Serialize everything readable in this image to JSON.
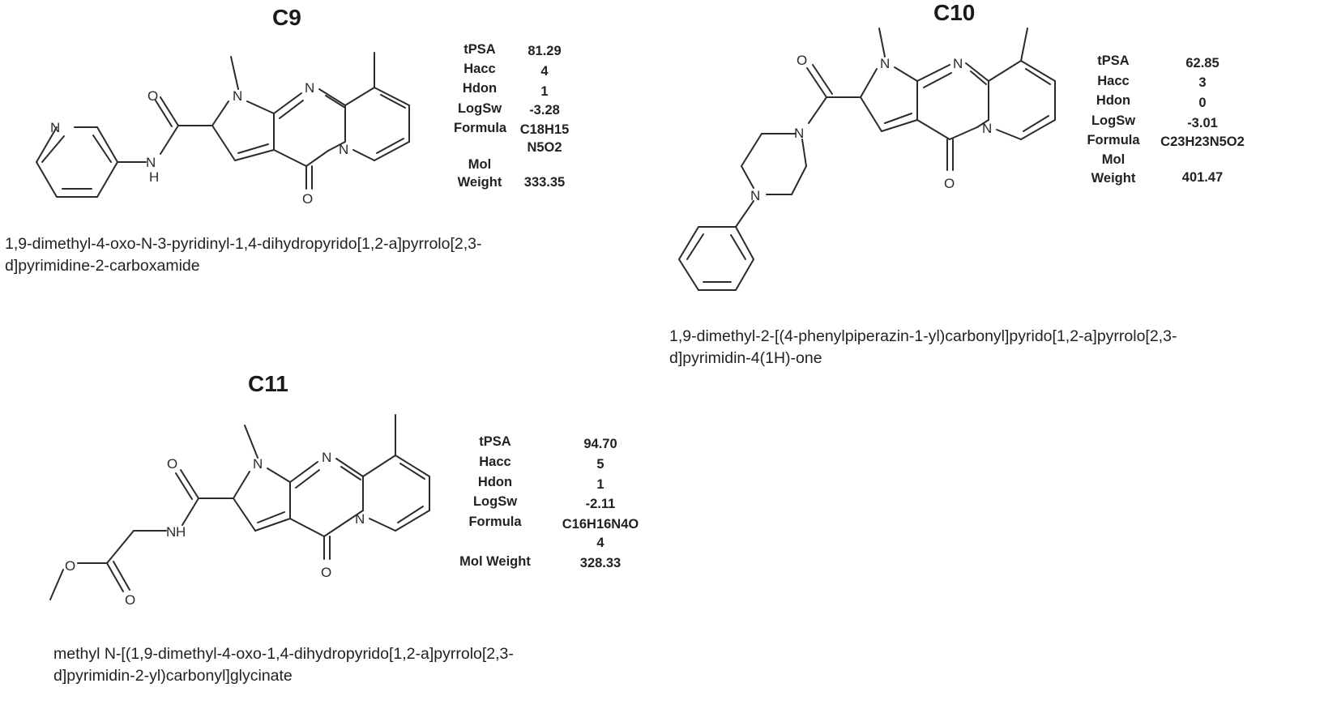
{
  "compounds": {
    "c9": {
      "title": "C9",
      "props": {
        "tpsa_label": "tPSA",
        "tpsa": "81.29",
        "hacc_label": "Hacc",
        "hacc": "4",
        "hdon_label": "Hdon",
        "hdon": "1",
        "logsw_label": "LogSw",
        "logsw": "-3.28",
        "formula_label": "Formula",
        "formula_l1": "C18H15",
        "formula_l2": "N5O2",
        "molw_label_l1": "Mol",
        "molw_label_l2": "Weight",
        "molw": "333.35"
      },
      "name_l1": "1,9-dimethyl-4-oxo-N-3-pyridinyl-1,4-dihydropyrido[1,2-a]pyrrolo[2,3-",
      "name_l2": "d]pyrimidine-2-carboxamide"
    },
    "c10": {
      "title": "C10",
      "props": {
        "tpsa_label": "tPSA",
        "tpsa": "62.85",
        "hacc_label": "Hacc",
        "hacc": "3",
        "hdon_label": "Hdon",
        "hdon": "0",
        "logsw_label": "LogSw",
        "logsw": "-3.01",
        "formula_label": "Formula",
        "formula": "C23H23N5O2",
        "molw_label_l1": "Mol",
        "molw_label_l2": "Weight",
        "molw": "401.47"
      },
      "name_l1": "1,9-dimethyl-2-[(4-phenylpiperazin-1-yl)carbonyl]pyrido[1,2-a]pyrrolo[2,3-",
      "name_l2": "d]pyrimidin-4(1H)-one"
    },
    "c11": {
      "title": "C11",
      "props": {
        "tpsa_label": "tPSA",
        "tpsa": "94.70",
        "hacc_label": "Hacc",
        "hacc": "5",
        "hdon_label": "Hdon",
        "hdon": "1",
        "logsw_label": "LogSw",
        "logsw": "-2.11",
        "formula_label": "Formula",
        "formula_l1": "C16H16N4O",
        "formula_l2": "4",
        "molw_label": "Mol Weight",
        "molw": "328.33"
      },
      "name_l1": "methyl N-[(1,9-dimethyl-4-oxo-1,4-dihydropyrido[1,2-a]pyrrolo[2,3-",
      "name_l2": "d]pyrimidin-2-yl)carbonyl]glycinate"
    }
  },
  "atoms": {
    "N": "N",
    "O": "O",
    "H": "H"
  }
}
